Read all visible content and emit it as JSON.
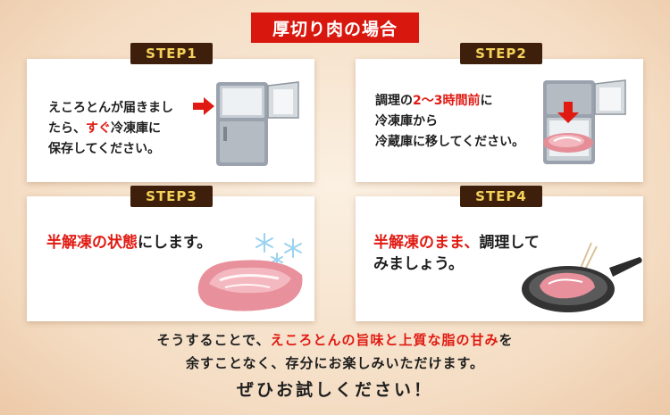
{
  "header": {
    "title": "厚切り肉の場合"
  },
  "steps": [
    {
      "label": "STEP1",
      "lines": [
        [
          {
            "t": "えころとんが届きまし",
            "r": false
          }
        ],
        [
          {
            "t": "たら、",
            "r": false
          },
          {
            "t": "すぐ",
            "r": true
          },
          {
            "t": "冷凍庫に",
            "r": false
          }
        ],
        [
          {
            "t": "保存してください。",
            "r": false
          }
        ]
      ]
    },
    {
      "label": "STEP2",
      "lines": [
        [
          {
            "t": "調理の",
            "r": false
          },
          {
            "t": "2〜3時間前",
            "r": true
          },
          {
            "t": "に",
            "r": false
          }
        ],
        [
          {
            "t": "冷凍庫から",
            "r": false
          }
        ],
        [
          {
            "t": "冷蔵庫に移してください。",
            "r": false
          }
        ]
      ]
    },
    {
      "label": "STEP3",
      "lines": [
        [
          {
            "t": "半解凍の状態",
            "r": true
          },
          {
            "t": "にします。",
            "r": false
          }
        ]
      ]
    },
    {
      "label": "STEP4",
      "lines": [
        [
          {
            "t": "半解凍のまま、",
            "r": true
          },
          {
            "t": "調理して",
            "r": false
          }
        ],
        [
          {
            "t": "みましょう。",
            "r": false
          }
        ]
      ]
    }
  ],
  "footer": {
    "line1": [
      {
        "t": "そうすることで、",
        "r": false
      },
      {
        "t": "えころとんの旨味と上質な脂の甘み",
        "r": true
      },
      {
        "t": "を",
        "r": false
      }
    ],
    "line2": "余すことなく、存分にお楽しみいただけます。",
    "line3": "ぜひお試しください！"
  },
  "colors": {
    "accent_red": "#e01a12",
    "badge_red": "#d8180f",
    "step_bg": "#3e1f0c",
    "step_text": "#f5d25a"
  }
}
